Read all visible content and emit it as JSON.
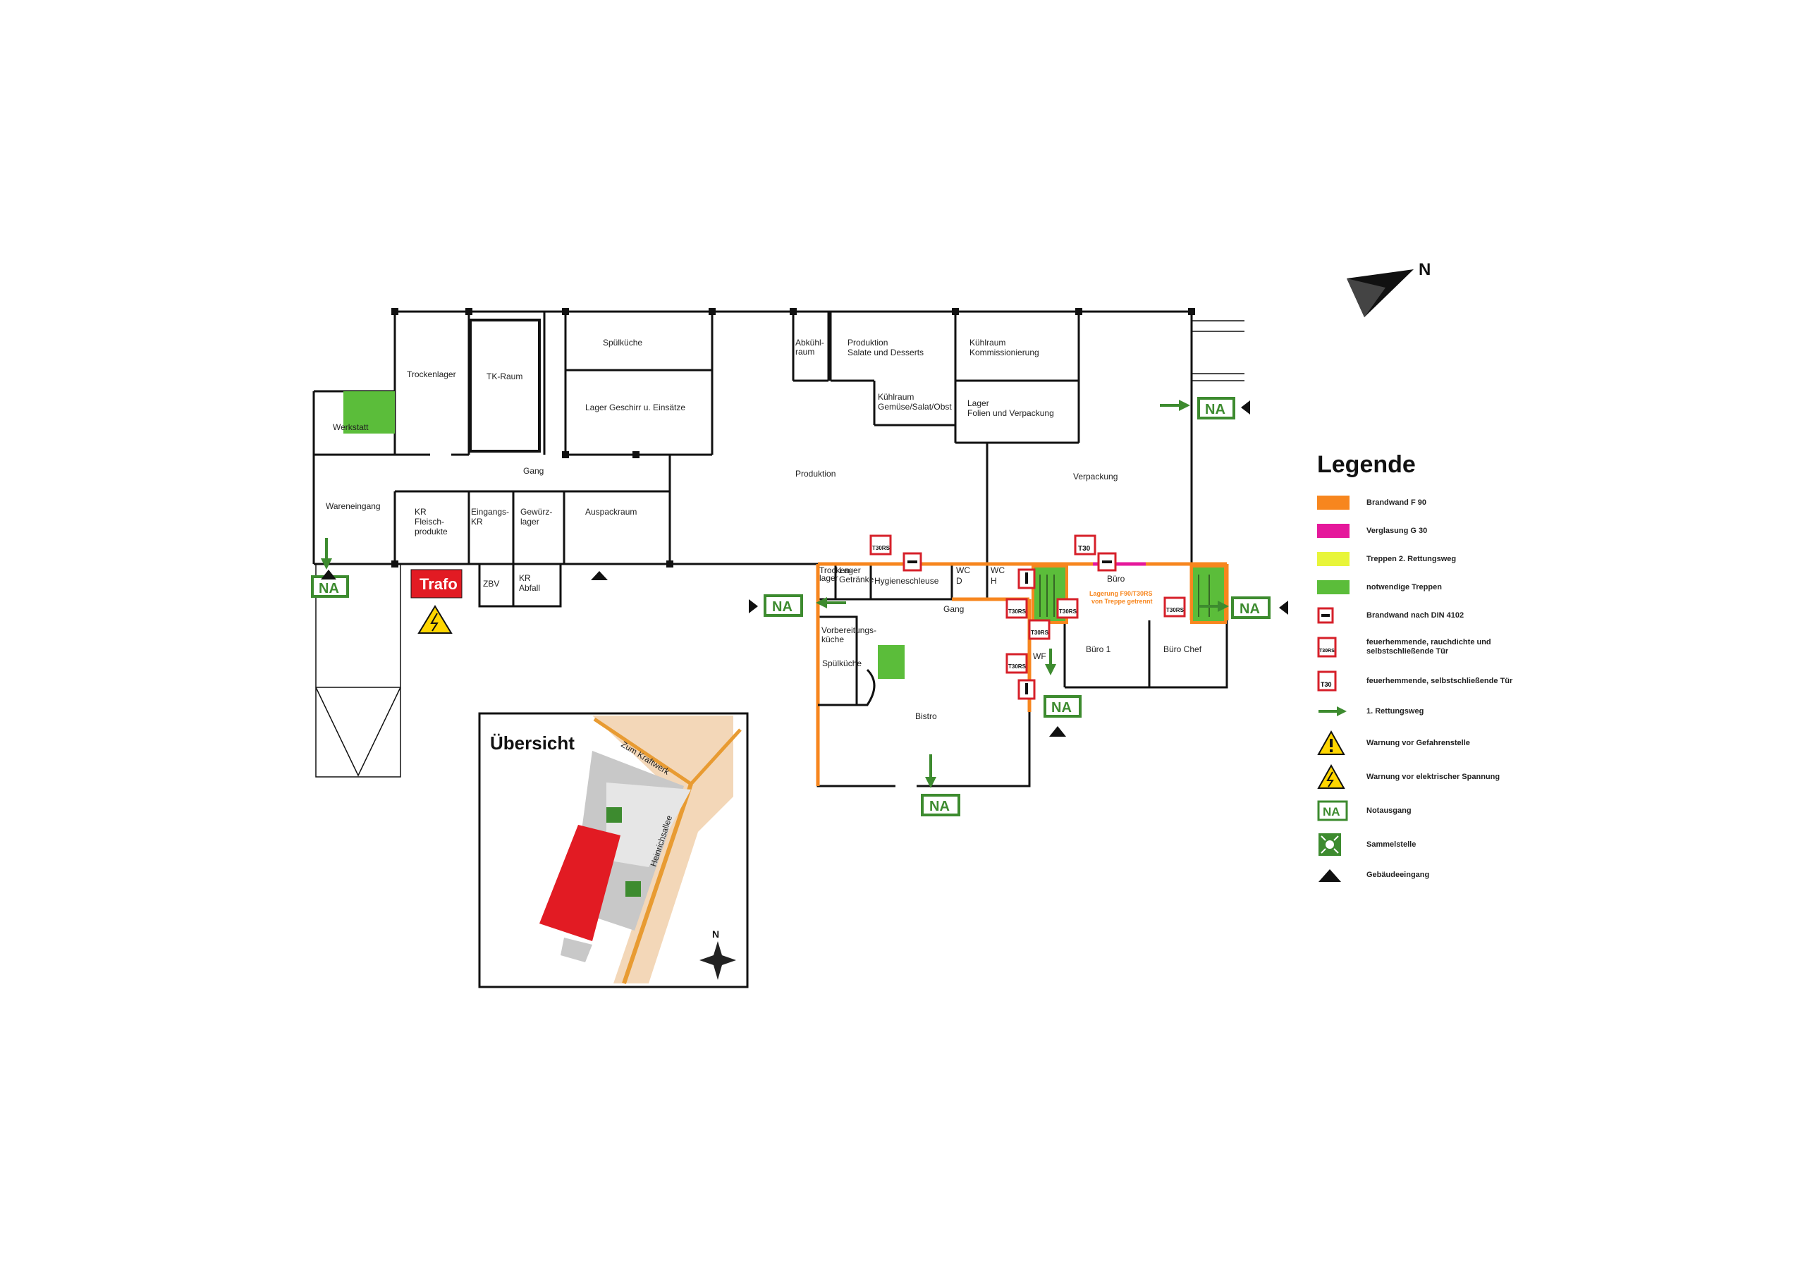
{
  "compass_label": "N",
  "rooms": {
    "trockenlager": "Trockenlager",
    "tk_raum": "TK-Raum",
    "spuelkueche_top": "Spülküche",
    "lager_geschirr": "Lager Geschirr u. Einsätze",
    "abkuehl_1": "Abkühl-",
    "abkuehl_2": "raum",
    "produktion_salate_1": "Produktion",
    "produktion_salate_2": "Salate und Desserts",
    "kuehlraum_komm_1": "Kühlraum",
    "kuehlraum_komm_2": "Kommissionierung",
    "kuehlraum_gemuese_1": "Kühlraum",
    "kuehlraum_gemuese_2": "Gemüse/Salat/Obst",
    "lager_folien_1": "Lager",
    "lager_folien_2": "Folien und Verpackung",
    "werkstatt": "Werkstatt",
    "gang_top": "Gang",
    "produktion": "Produktion",
    "verpackung": "Verpackung",
    "wareneingang": "Wareneingang",
    "kr_fleisch_1": "KR",
    "kr_fleisch_2": "Fleisch-",
    "kr_fleisch_3": "produkte",
    "eingangs_kr_1": "Eingangs-",
    "eingangs_kr_2": "KR",
    "gewuerz_1": "Gewürz-",
    "gewuerz_2": "lager",
    "auspackraum": "Auspackraum",
    "zbv": "ZBV",
    "kr_abfall_1": "KR",
    "kr_abfall_2": "Abfall",
    "trockenlager_small_1": "Trocken-",
    "trockenlager_small_2": "lager",
    "lager_getraenke_1": "Lager",
    "lager_getraenke_2": "Getränke",
    "hygieneschleuse": "Hygieneschleuse",
    "wc_d_1": "WC",
    "wc_d_2": "D",
    "wc_h_1": "WC",
    "wc_h_2": "H",
    "gang_bottom": "Gang",
    "buero": "Büro",
    "lagerung_1": "Lagerung F90/T30RS",
    "lagerung_2": "von Treppe getrennt",
    "vorbereitung_1": "Vorbereitungs-",
    "vorbereitung_2": "küche",
    "spuelkueche_bottom": "Spülküche",
    "buero1": "Büro 1",
    "buero_chef": "Büro Chef",
    "wf": "WF",
    "bistro": "Bistro"
  },
  "markers": {
    "na_label": "NA",
    "trafo_label": "Trafo",
    "t30rs_label": "T30RS",
    "t30_label": "T30"
  },
  "overview": {
    "title": "Übersicht",
    "street_1": "Zum Kraftwerk",
    "street_2": "Heinrichsallee",
    "compass_label": "N"
  },
  "legend": {
    "title": "Legende",
    "items": [
      {
        "id": "brandwand-f90",
        "label": "Brandwand F 90",
        "color": "#f7861e"
      },
      {
        "id": "verglasung-g30",
        "label": "Verglasung G 30",
        "color": "#e5189b"
      },
      {
        "id": "treppen-2",
        "label": "Treppen 2. Rettungsweg",
        "color": "#e8f53a"
      },
      {
        "id": "notwendige-treppen",
        "label": "notwendige Treppen",
        "color": "#5bbd3a"
      },
      {
        "id": "brandwand-din",
        "label": "Brandwand nach DIN 4102"
      },
      {
        "id": "t30rs-door",
        "label_1": "feuerhemmende, rauchdichte und",
        "label_2": "selbstschließende Tür"
      },
      {
        "id": "t30-door",
        "label": "feuerhemmende, selbstschließende Tür"
      },
      {
        "id": "rettungsweg",
        "label": "1. Rettungsweg"
      },
      {
        "id": "gefahr",
        "label": "Warnung vor Gefahrenstelle"
      },
      {
        "id": "spannung",
        "label": "Warnung vor elektrischer Spannung"
      },
      {
        "id": "notausgang",
        "label": "Notausgang"
      },
      {
        "id": "sammelstelle",
        "label": "Sammelstelle"
      },
      {
        "id": "gebaeudeeingang",
        "label": "Gebäudeeingang"
      }
    ]
  },
  "colors": {
    "wall": "#111111",
    "fire_wall": "#f7861e",
    "glazing": "#e5189b",
    "stairs": "#5bbd3a",
    "escape": "#3d8b2f",
    "warning": "#ffd600",
    "trafo": "#e21b23",
    "door_red": "#d6202a"
  }
}
